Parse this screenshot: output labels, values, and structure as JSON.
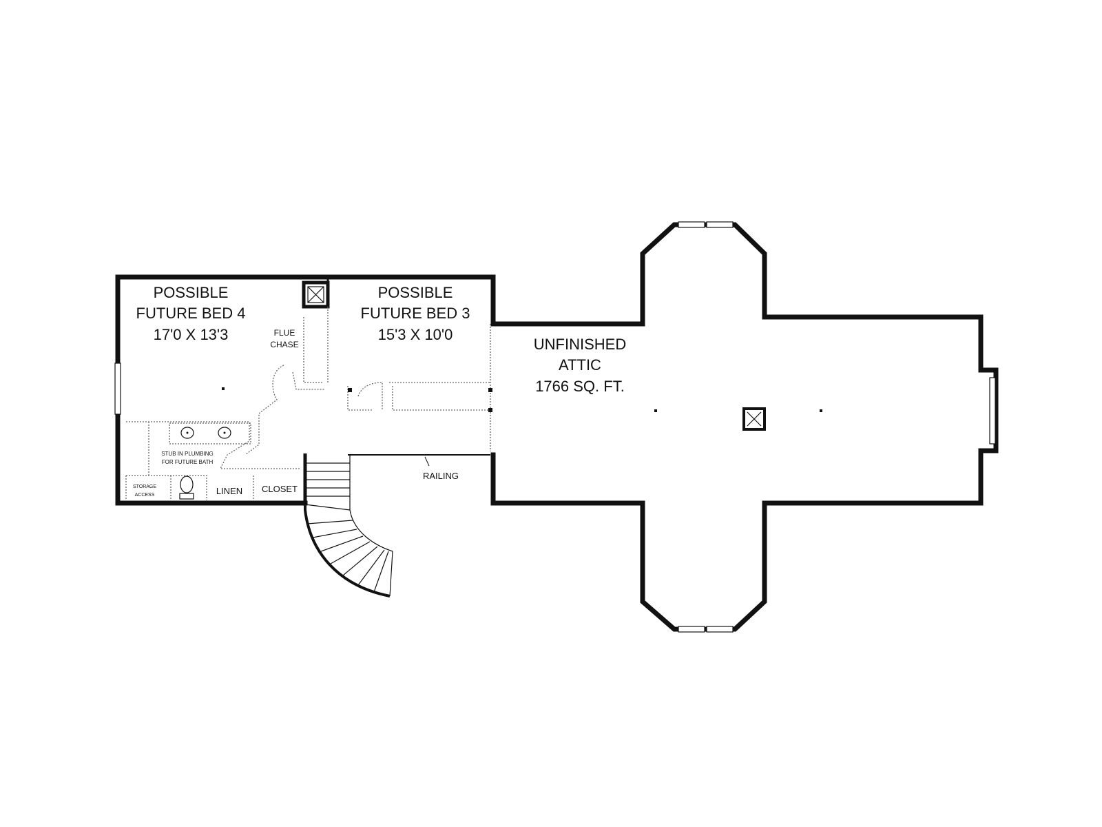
{
  "plan": {
    "rooms": {
      "bed4": {
        "line1": "POSSIBLE",
        "line2": "FUTURE BED 4",
        "dims": "17'0 X 13'3"
      },
      "bed3": {
        "line1": "POSSIBLE",
        "line2": "FUTURE BED 3",
        "dims": "15'3 X 10'0"
      },
      "attic": {
        "line1": "UNFINISHED",
        "line2": "ATTIC",
        "area": "1766 SQ. FT."
      }
    },
    "labels": {
      "flue_line1": "FLUE",
      "flue_line2": "CHASE",
      "plumbing_line1": "STUB IN PLUMBING",
      "plumbing_line2": "FOR FUTURE BATH",
      "storage_line1": "STORAGE",
      "storage_line2": "ACCESS",
      "linen": "LINEN",
      "closet": "CLOSET",
      "railing": "RAILING"
    },
    "colors": {
      "wall": "#111111",
      "dashed": "#666666",
      "background": "#ffffff"
    }
  }
}
